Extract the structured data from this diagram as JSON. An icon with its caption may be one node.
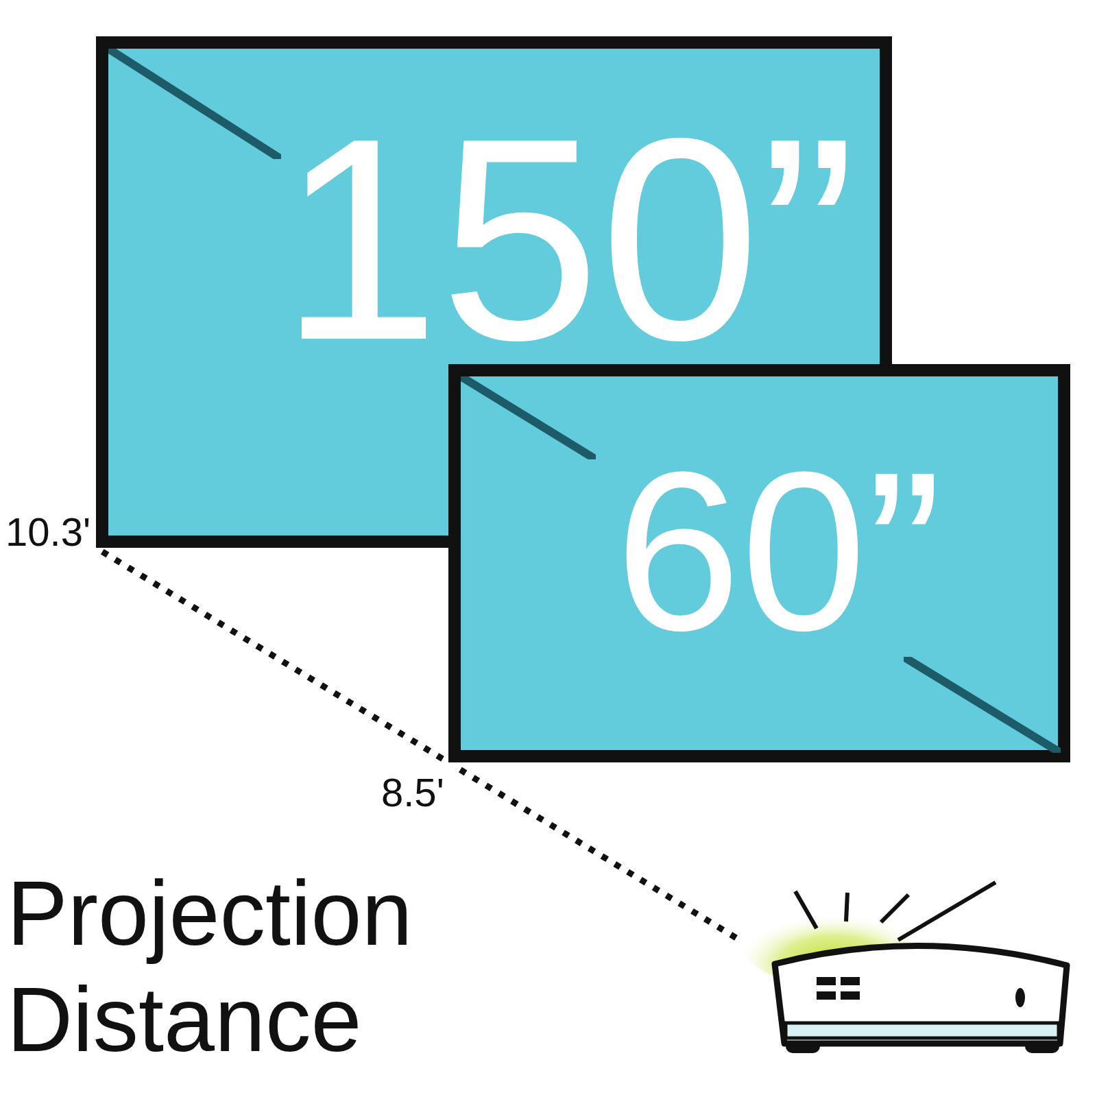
{
  "diagram": {
    "title": "Projection Distance",
    "nodes": [
      {
        "text": [
          "150”"
        ],
        "beside": [
          "10.3'"
        ]
      },
      {
        "text": [
          "60”"
        ],
        "beside": [
          "8.5'"
        ]
      },
      {
        "text": [],
        "shape": "picture"
      }
    ],
    "edges": [
      {
        "from": 2,
        "to": 1,
        "arrow": "none",
        "style": "dashed"
      },
      {
        "from": 1,
        "to": 0,
        "arrow": "none",
        "style": "dashed"
      }
    ]
  }
}
